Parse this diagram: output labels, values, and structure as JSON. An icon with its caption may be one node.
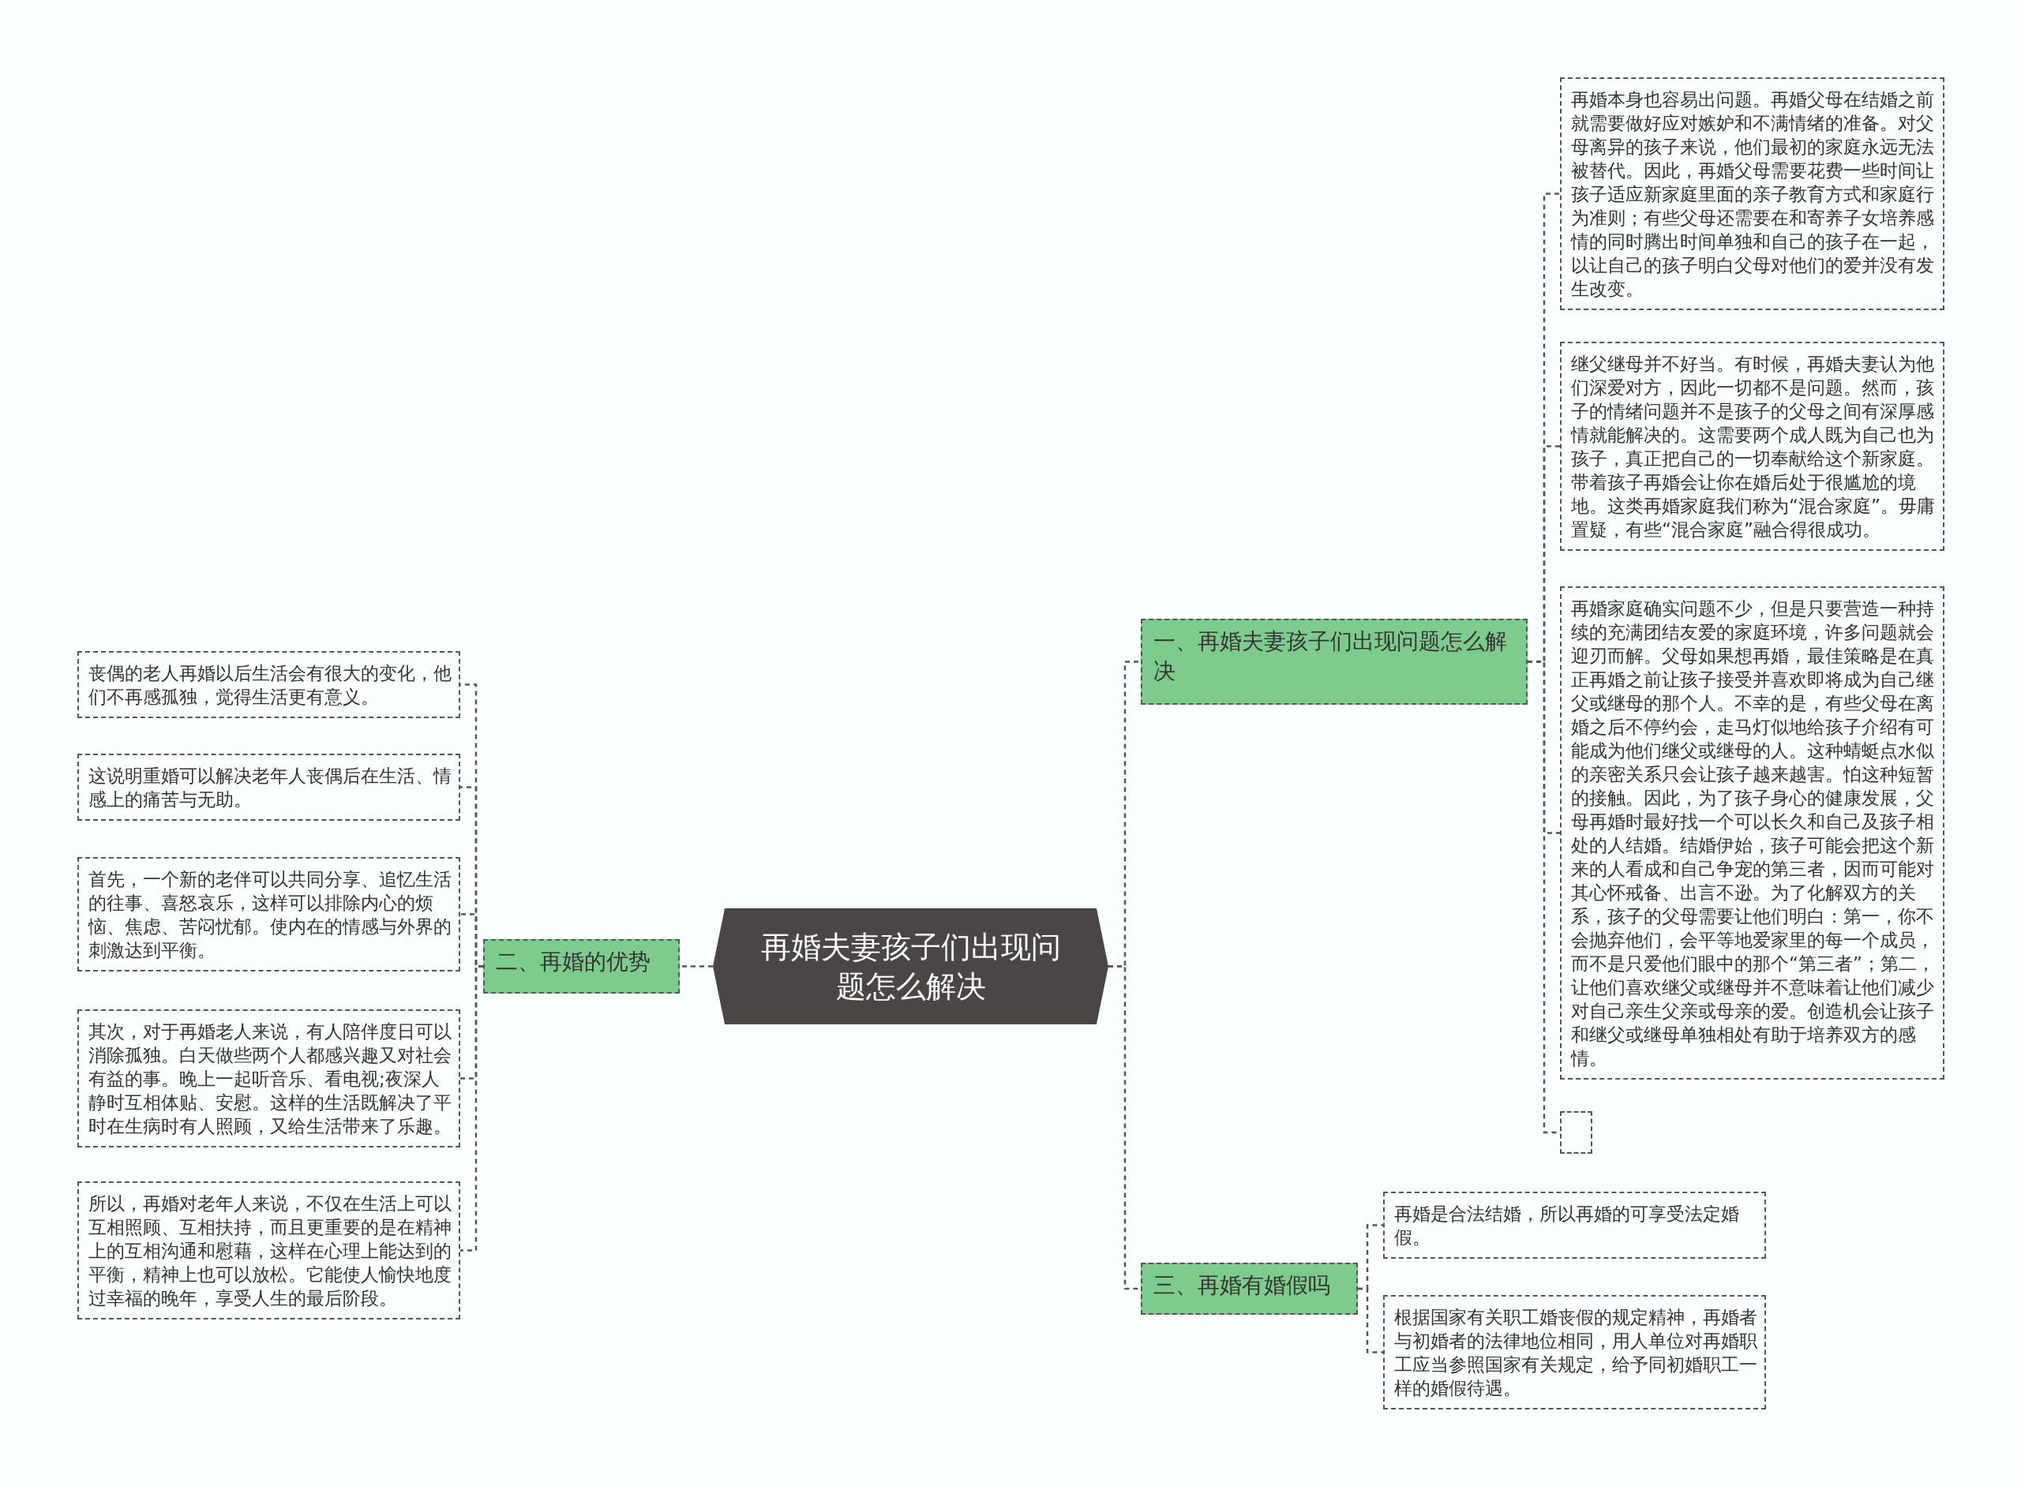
{
  "diagram": {
    "nodes": [
      {
        "text": [
          "再婚夫妻孩子们出现问题怎么解决"
        ]
      },
      {
        "text": [
          "一、再婚夫妻孩子们出现问题怎么解决"
        ]
      },
      {
        "text": [
          "再婚本身也容易出问题。再婚父母在结婚之前就需要做好应对嫉妒和不满情绪的准备。对父母离异的孩子来说，他们最初的家庭永远无法被替代。因此，再婚父母需要花费一些时间让孩子适应新家庭里面的亲子教育方式和家庭行为准则；有些父母还需要在和寄养子女培养感情的同时腾出时间单独和自己的孩子在一起，以让自己的孩子明白父母对他们的爱并没有发生改变。"
        ]
      },
      {
        "text": [
          "继父继母并不好当。有时候，再婚夫妻认为他们深爱对方，因此一切都不是问题。然而，孩子的情绪问题并不是孩子的父母之间有深厚感情就能解决的。这需要两个成人既为自己也为孩子，真正把自己的一切奉献给这个新家庭。带着孩子再婚会让你在婚后处于很尴尬的境地。这类再婚家庭我们称为“混合家庭”。毋庸置疑，有些“混合家庭”融合得很成功。"
        ]
      },
      {
        "text": [
          "再婚家庭确实问题不少，但是只要营造一种持续的充满团结友爱的家庭环境，许多问题就会迎刃而解。父母如果想再婚，最佳策略是在真正再婚之前让孩子接受并喜欢即将成为自己继父或继母的那个人。不幸的是，有些父母在离婚之后不停约会，走马灯似地给孩子介绍有可能成为他们继父或继母的人。这种蜻蜓点水似的亲密关系只会让孩子越来越害。怕这种短暂的接触。因此，为了孩子身心的健康发展，父母再婚时最好找一个可以长久和自己及孩子相处的人结婚。结婚伊始，孩子可能会把这个新来的人看成和自己争宠的第三者，因而可能对其心怀戒备、出言不逊。为了化解双方的关系，孩子的父母需要让他们明白：第一，你不会抛弃他们，会平等地爱家里的每一个成员，而不是只爱他们眼中的那个“第三者”；第二，让他们喜欢继父或继母并不意味着让他们减少对自己亲生父亲或母亲的爱。创造机会让孩子和继父或继母单独相处有助于培养双方的感情。"
        ]
      },
      {
        "text": [],
        "shape": "box"
      },
      {
        "text": [
          "二、再婚的优势"
        ]
      },
      {
        "text": [
          "丧偶的老人再婚以后生活会有很大的变化，他们不再感孤独，觉得生活更有意义。"
        ]
      },
      {
        "text": [
          "这说明重婚可以解决老年人丧偶后在生活、情感上的痛苦与无助。"
        ]
      },
      {
        "text": [
          "首先，一个新的老伴可以共同分享、追忆生活的往事、喜怒哀乐，这样可以排除内心的烦恼、焦虑、苦闷忧郁。使内在的情感与外界的刺激达到平衡。"
        ]
      },
      {
        "text": [
          "其次，对于再婚老人来说，有人陪伴度日可以消除孤独。白天做些两个人都感兴趣又对社会有益的事。晚上一起听音乐、看电视;夜深人静时互相体贴、安慰。这样的生活既解决了平时在生病时有人照顾，又给生活带来了乐趣。"
        ]
      },
      {
        "text": [
          "所以，再婚对老年人来说，不仅在生活上可以互相照顾、互相扶持，而且更重要的是在精神上的互相沟通和慰藉，这样在心理上能达到的平衡，精神上也可以放松。它能使人愉快地度过幸福的晚年，享受人生的最后阶段。"
        ]
      },
      {
        "text": [
          "三、再婚有婚假吗"
        ]
      },
      {
        "text": [
          "再婚是合法结婚，所以再婚的可享受法定婚假。"
        ]
      },
      {
        "text": [
          "根据国家有关职工婚丧假的规定精神，再婚者与初婚者的法律地位相同，用人单位对再婚职工应当参照国家有关规定，给予同初婚职工一样的婚假待遇。"
        ]
      }
    ],
    "edges": [
      {
        "from": 0,
        "to": 1,
        "arrow": "none"
      },
      {
        "from": 1,
        "to": 2,
        "arrow": "none"
      },
      {
        "from": 1,
        "to": 3,
        "arrow": "none"
      },
      {
        "from": 1,
        "to": 4,
        "arrow": "none"
      },
      {
        "from": 1,
        "to": 5,
        "arrow": "none"
      },
      {
        "from": 0,
        "to": 6,
        "arrow": "none"
      },
      {
        "from": 6,
        "to": 7,
        "arrow": "none"
      },
      {
        "from": 6,
        "to": 8,
        "arrow": "none"
      },
      {
        "from": 6,
        "to": 9,
        "arrow": "none"
      },
      {
        "from": 6,
        "to": 10,
        "arrow": "none"
      },
      {
        "from": 6,
        "to": 11,
        "arrow": "none"
      },
      {
        "from": 0,
        "to": 12,
        "arrow": "none"
      },
      {
        "from": 12,
        "to": 13,
        "arrow": "none"
      },
      {
        "from": 12,
        "to": 14,
        "arrow": "none"
      }
    ]
  }
}
